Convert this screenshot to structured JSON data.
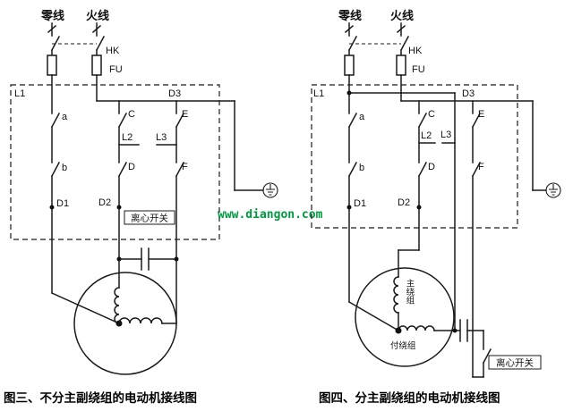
{
  "watermark": {
    "text": "www.diangon.com",
    "color": "#009940"
  },
  "left": {
    "caption": "图三、不分主副绕组的电动机接线图",
    "supply": {
      "neutral": "零线",
      "live": "火线"
    },
    "switch_label": "HK",
    "fuse_label": "FU",
    "labels": {
      "L1": "L1",
      "L2": "L2",
      "L3": "L3",
      "a": "a",
      "b": "b",
      "C": "C",
      "D": "D",
      "E": "E",
      "F": "F",
      "D1": "D1",
      "D2": "D2",
      "D3": "D3"
    },
    "centrifugal_switch": "离心开关"
  },
  "right": {
    "caption": "图四、分主副绕组的电动机接线图",
    "supply": {
      "neutral": "零线",
      "live": "火线"
    },
    "switch_label": "HK",
    "fuse_label": "FU",
    "labels": {
      "L1": "L1",
      "L2": "L2",
      "L3": "L3",
      "a": "a",
      "b": "b",
      "C": "C",
      "D": "D",
      "E": "E",
      "F": "F",
      "D1": "D1",
      "D2": "D2",
      "D3": "D3"
    },
    "main_winding": "主绕组",
    "aux_winding": "付绕组",
    "centrifugal_switch": "离心开关"
  }
}
